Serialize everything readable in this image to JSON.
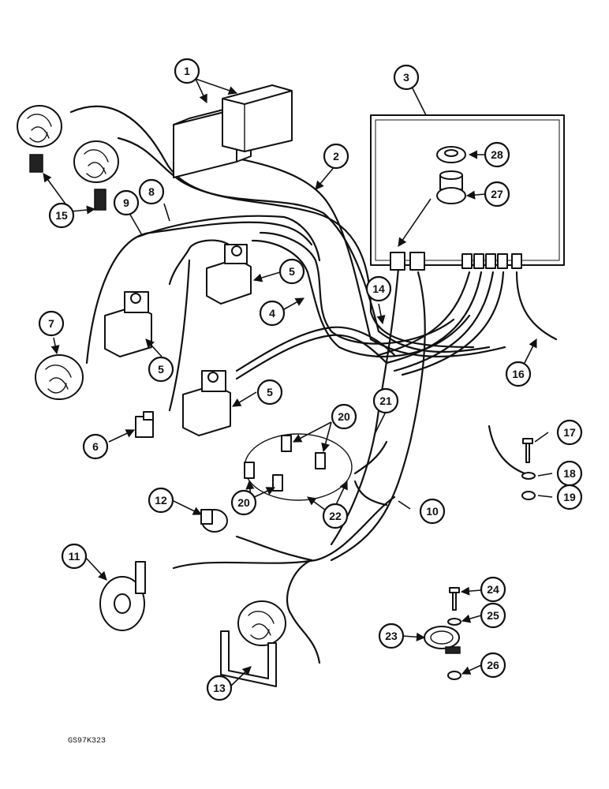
{
  "figure": {
    "reference_code": "GS97K323",
    "callouts": [
      "1",
      "2",
      "3",
      "4",
      "5",
      "5",
      "5",
      "6",
      "7",
      "8",
      "9",
      "10",
      "11",
      "12",
      "13",
      "14",
      "15",
      "16",
      "17",
      "18",
      "19",
      "20",
      "20",
      "21",
      "22",
      "23",
      "24",
      "25",
      "26",
      "27",
      "28"
    ]
  },
  "colors": {
    "line": "#111111",
    "background": "#ffffff"
  }
}
